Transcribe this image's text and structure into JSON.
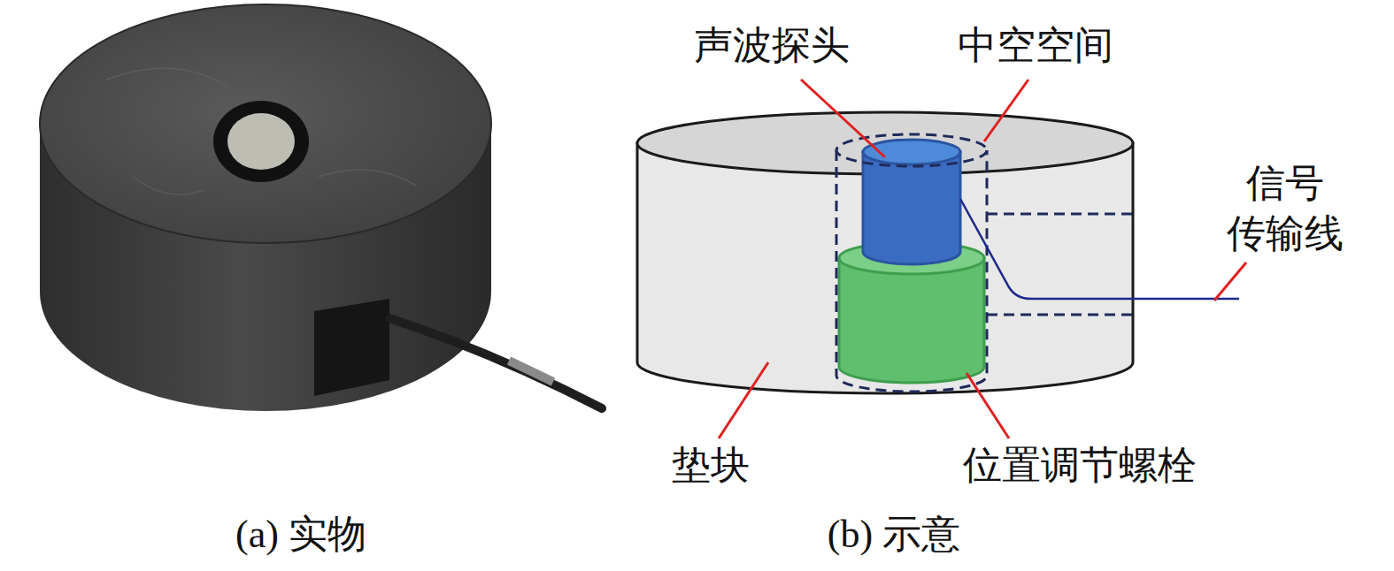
{
  "diagram": {
    "labels": [
      "声波探头",
      "中空空间",
      "信号 传输线",
      "垫块",
      "位置调节螺栓",
      "(a) 实物",
      "(b) 示意"
    ]
  }
}
